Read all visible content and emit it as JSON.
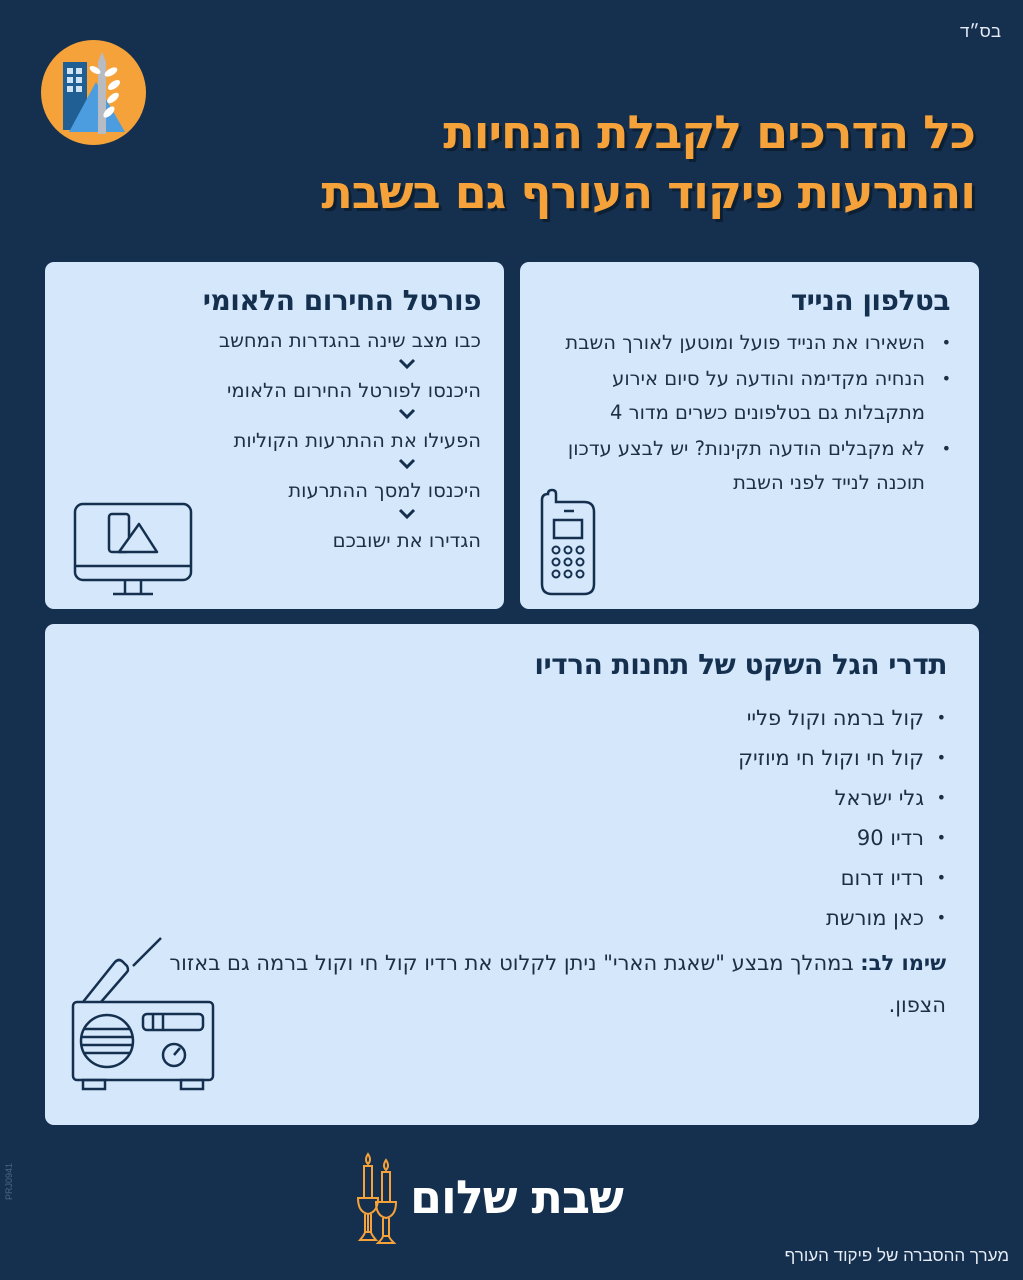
{
  "header": {
    "bsd": "בס״ד",
    "logo_icon": "home-front-command-logo-icon",
    "title_line1": "כל הדרכים לקבלת הנחיות",
    "title_line2": "והתרעות פיקוד העורף גם בשבת"
  },
  "phone_card": {
    "title": "בטלפון הנייד",
    "icon": "mobile-phone-icon",
    "items": [
      "השאירו את הנייד פועל ומוטען לאורך השבת",
      "הנחיה מקדימה והודעה על סיום אירוע מתקבלות גם בטלפונים כשרים מדור 4",
      "לא מקבלים הודעה תקינות? יש לבצע עדכון תוכנה לנייד לפני השבת"
    ]
  },
  "portal_card": {
    "title": "פורטל החירום הלאומי",
    "icon": "desktop-monitor-icon",
    "steps": [
      "כבו מצב שינה בהגדרות המחשב",
      "היכנסו לפורטל החירום הלאומי",
      "הפעילו את ההתרעות הקוליות",
      "היכנסו למסך ההתרעות",
      "הגדירו את ישובכם"
    ],
    "step_separator_icon": "chevron-down-icon"
  },
  "radio_card": {
    "title": "תדרי הגל השקט של תחנות הרדיו",
    "icon": "radio-icon",
    "stations": [
      "קול ברמה וקול פליי",
      "קול חי וקול חי מיוזיק",
      "גלי ישראל",
      "רדיו 90",
      "רדיו דרום",
      "כאן מורשת"
    ],
    "note_label": "שימו לב:",
    "note_text": " במהלך מבצע \"שאגת הארי\" ניתן לקלוט את רדיו קול חי וקול ברמה גם באזור הצפון."
  },
  "footer": {
    "greeting": "שבת שלום",
    "candles_icon": "shabbat-candles-icon",
    "credit": "מערך ההסברה של פיקוד העורף",
    "code": "PRJ0941"
  },
  "colors": {
    "background": "#15304f",
    "accent": "#f5a23a",
    "card": "#d4e7fb",
    "text_dark": "#15304f"
  }
}
